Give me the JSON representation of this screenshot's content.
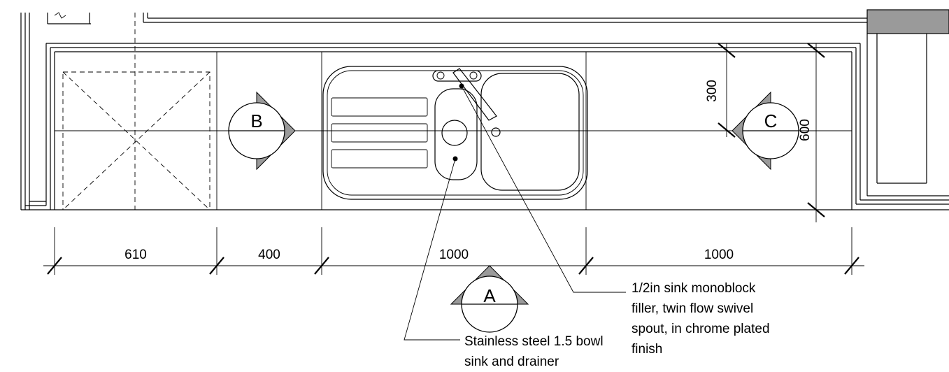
{
  "dimensions": {
    "horizontal": [
      "610",
      "400",
      "1000",
      "1000"
    ],
    "vertical_300": "300",
    "vertical_600": "600"
  },
  "section_markers": {
    "a": "A",
    "b": "B",
    "c": "C"
  },
  "notes": {
    "tap": [
      "1/2in sink monoblock",
      "filler, twin flow swivel",
      "spout, in chrome plated",
      "finish"
    ],
    "sink": [
      "Stainless steel 1.5 bowl",
      "sink and drainer"
    ]
  },
  "colors": {
    "line": "#000000",
    "marker_fill": "#9a9a9a",
    "background": "#ffffff"
  }
}
